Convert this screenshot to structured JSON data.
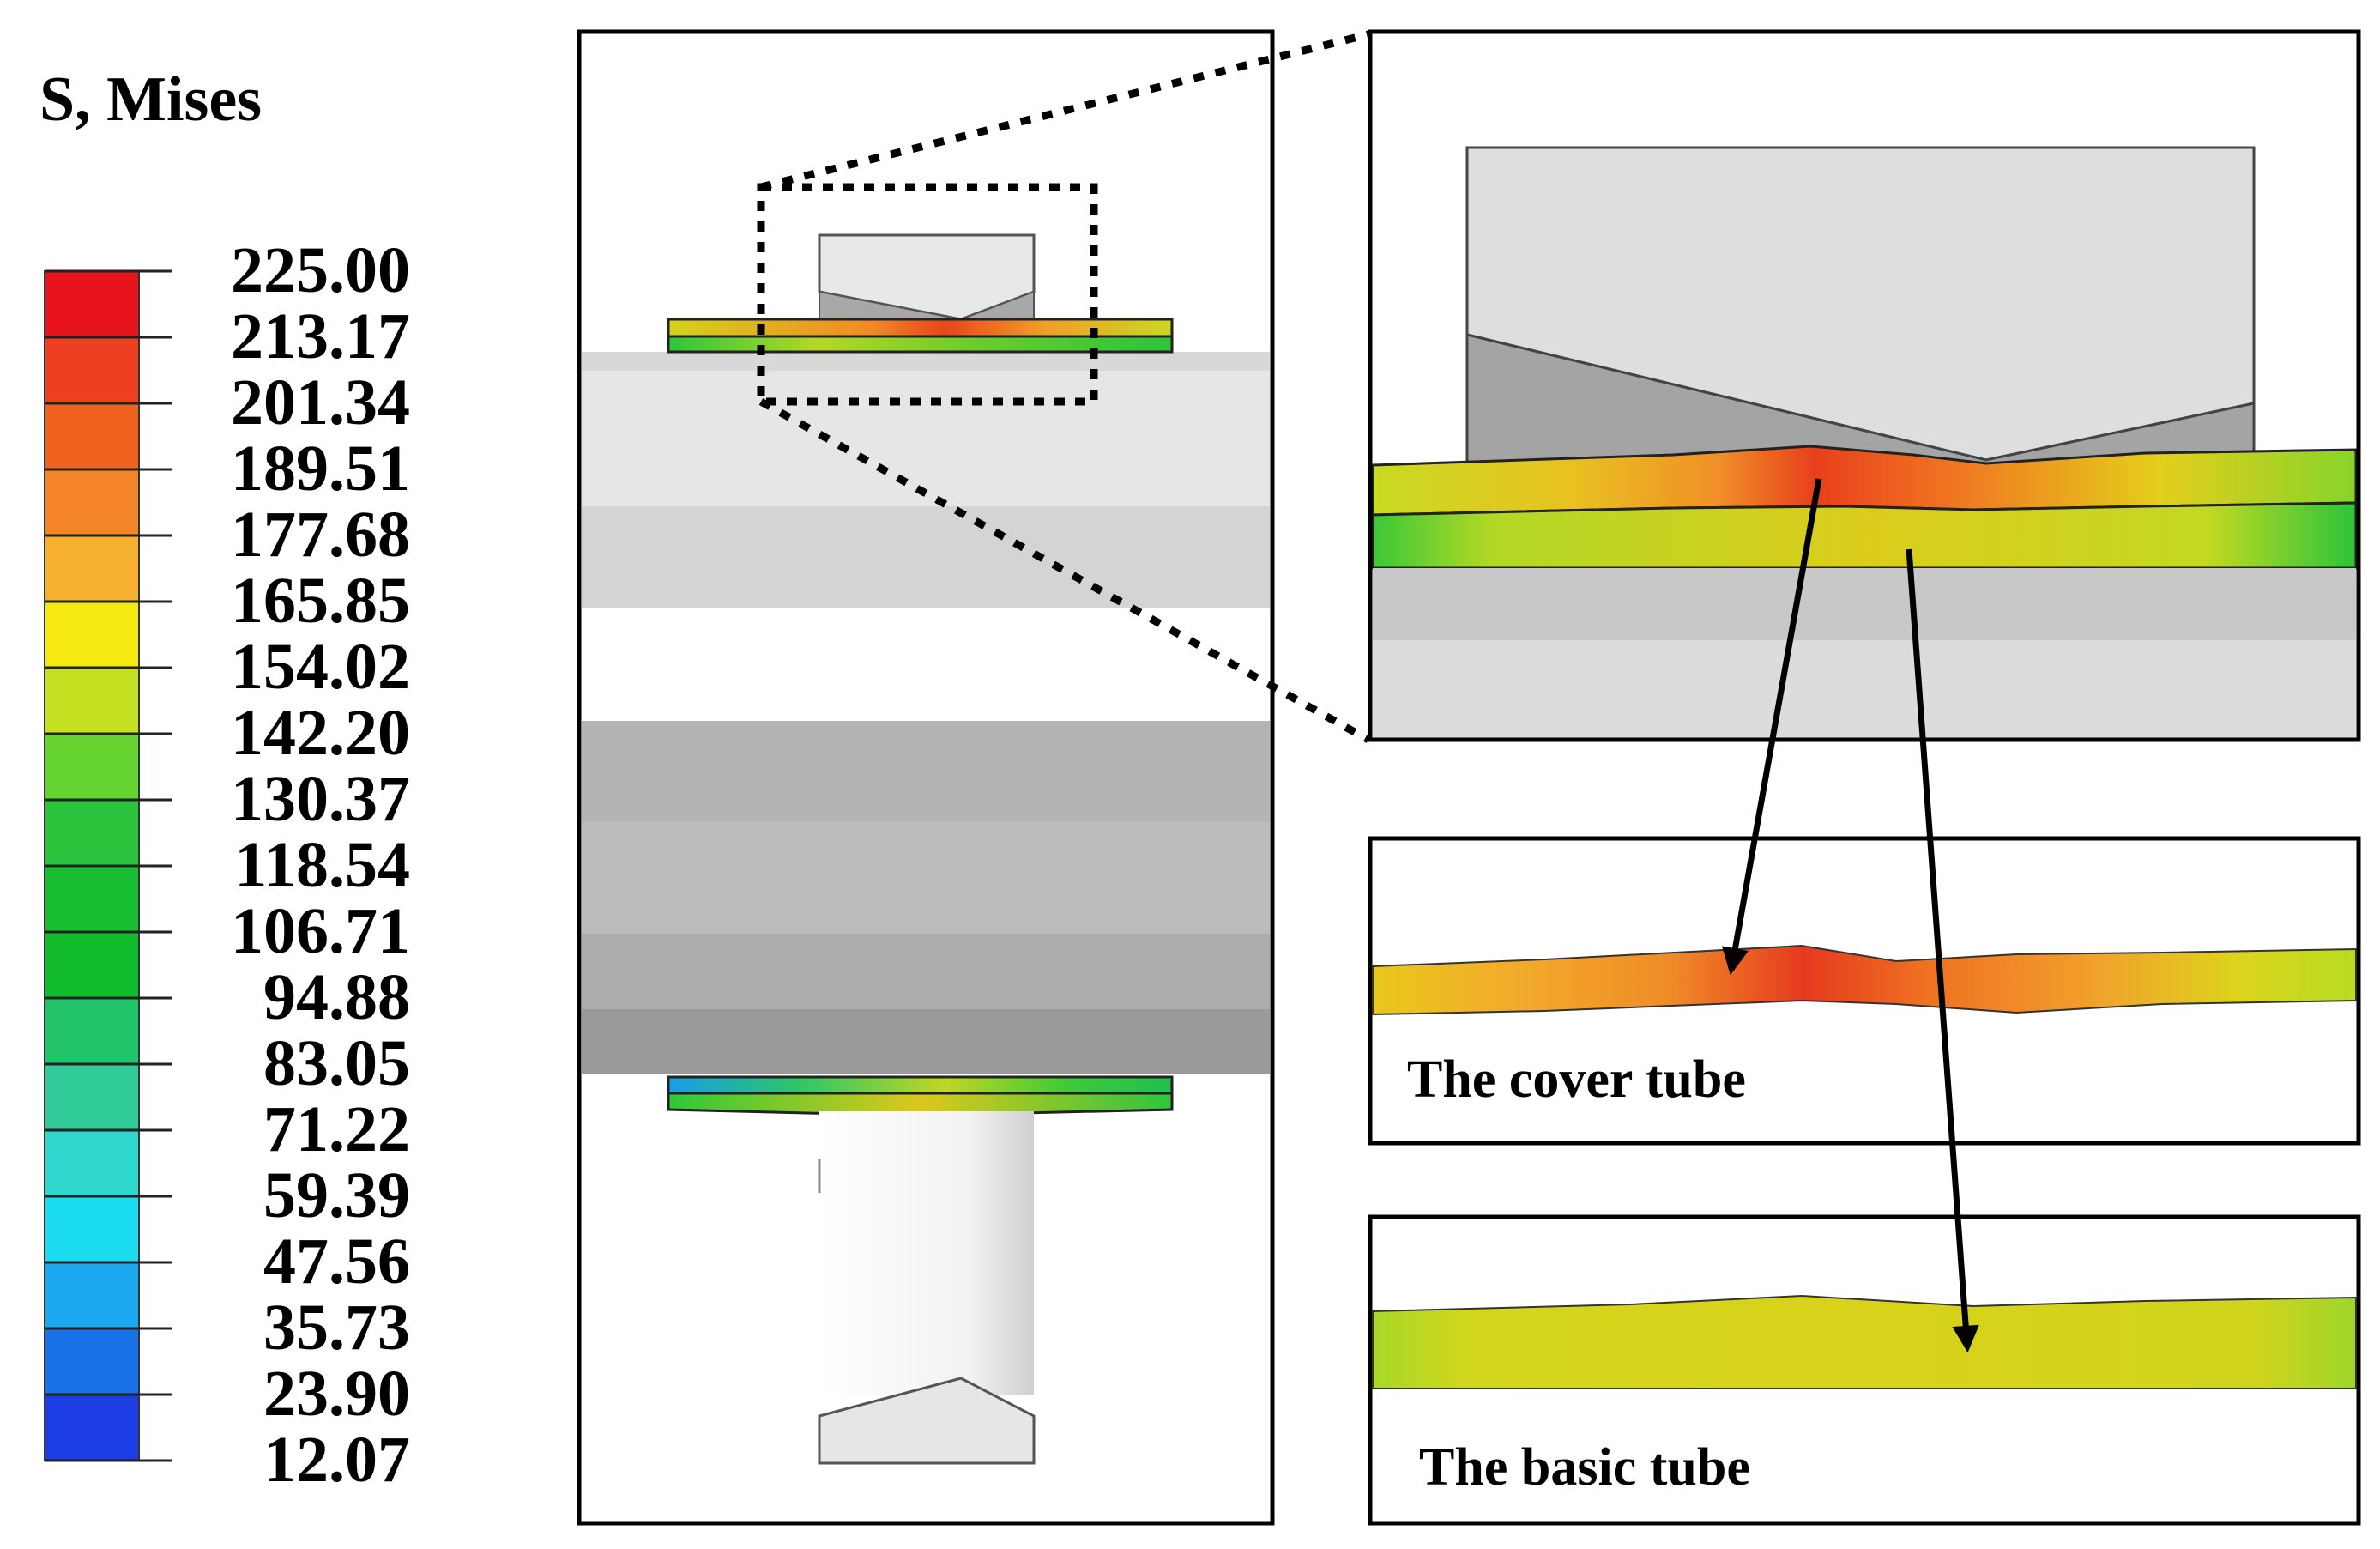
{
  "legend": {
    "title": "S, Mises",
    "ticks": [
      "225.00",
      "213.17",
      "201.34",
      "189.51",
      "177.68",
      "165.85",
      "154.02",
      "142.20",
      "130.37",
      "118.54",
      "106.71",
      "94.88",
      "83.05",
      "71.22",
      "59.39",
      "47.56",
      "35.73",
      "23.90",
      "12.07"
    ],
    "colors": [
      "#e8141c",
      "#ee4020",
      "#f0621e",
      "#f48426",
      "#f7b030",
      "#f4ea10",
      "#c4e020",
      "#66d430",
      "#2cc43c",
      "#18be32",
      "#10bc2c",
      "#22c46a",
      "#32cc9a",
      "#2ed8cc",
      "#1cdcf2",
      "#1ca8ee",
      "#1a72e8",
      "#1c3ce4",
      "#1a14dc"
    ]
  },
  "captions": {
    "cover": "The cover tube",
    "basic": "The basic tube"
  },
  "colors": {
    "grey_light": "#dedede",
    "grey_mid": "#c4c4c4",
    "grey_dark": "#a0a0a0",
    "stress_red": "#e84a1c",
    "stress_orange": "#f4a02a",
    "stress_yellow": "#d8d418",
    "stress_green": "#5ccc2c"
  }
}
